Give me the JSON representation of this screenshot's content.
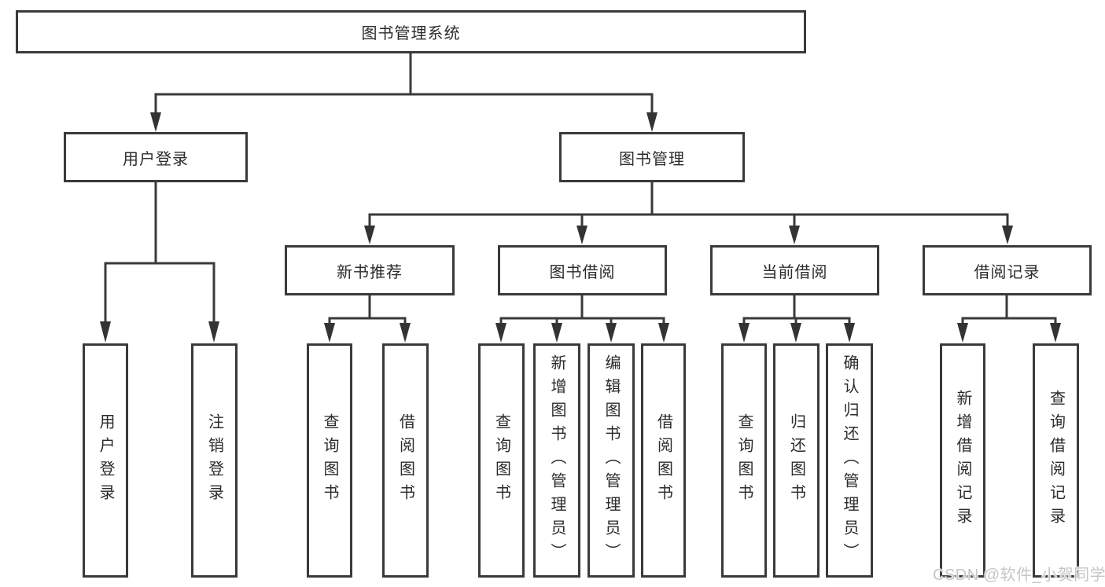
{
  "diagram": {
    "title": "图书管理系统",
    "branches": [
      {
        "label": "用户登录",
        "children": [
          "用户登录",
          "注销登录"
        ]
      },
      {
        "label": "图书管理",
        "sections": [
          {
            "label": "新书推荐",
            "children": [
              "查询图书",
              "借阅图书"
            ]
          },
          {
            "label": "图书借阅",
            "children": [
              "查询图书",
              "新增图书（管理员）",
              "编辑图书（管理员）",
              "借阅图书"
            ]
          },
          {
            "label": "当前借阅",
            "children": [
              "查询图书",
              "归还图书",
              "确认归还（管理员）"
            ]
          },
          {
            "label": "借阅记录",
            "children": [
              "新增借阅记录",
              "查询借阅记录"
            ]
          }
        ]
      }
    ]
  },
  "watermark": "CSDN @软件_小贺同学",
  "colors": {
    "line": "#3a3a3a",
    "box_border": "#3a3a3a",
    "box_background": "#ffffff",
    "text": "#2b2b2b",
    "watermark": "#c6c6c6"
  }
}
